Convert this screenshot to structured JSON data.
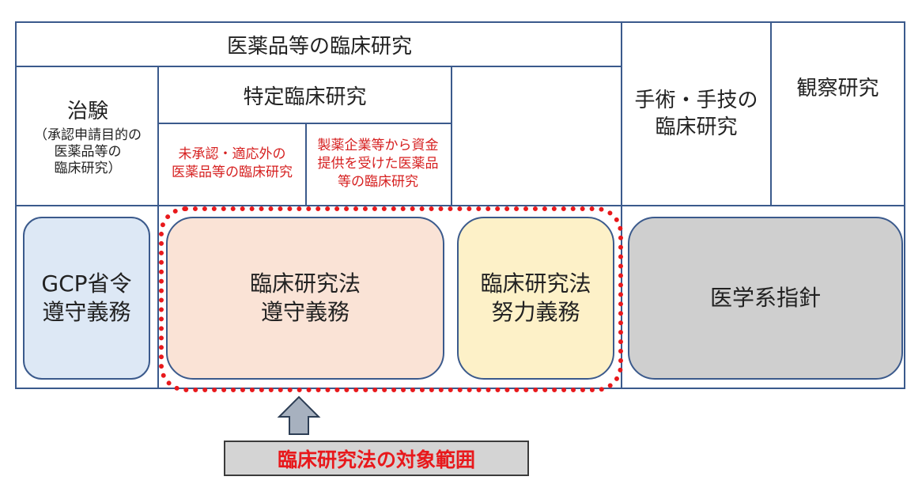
{
  "header": {
    "pharma_clinical_research": "医薬品等の臨床研究",
    "surgery_clinical_research": "手術・手技の\n臨床研究",
    "observational_research": "観察研究"
  },
  "columns": {
    "clinical_trial_title": "治験",
    "clinical_trial_note": "（承認申請目的の\n医薬品等の\n臨床研究）",
    "specified_clinical_research": "特定臨床研究",
    "unapproved_offlabel": "未承認・適応外の\n医薬品等の臨床研究",
    "industry_funded": "製薬企業等から資金\n提供を受けた医薬品\n等の臨床研究"
  },
  "obligations": {
    "gcp": "GCP省令\n遵守義務",
    "act_compliance": "臨床研究法\n遵守義務",
    "act_effort": "臨床研究法\n努力義務",
    "medical_guidelines": "医学系指針"
  },
  "callout": {
    "scope_label": "臨床研究法の対象範囲"
  },
  "colors": {
    "border": "#3b5a8c",
    "gcp_fill": "#dde8f5",
    "compliance_fill": "#fae3d6",
    "effort_fill": "#fdf1c8",
    "guidelines_fill": "#cfcfcf",
    "highlight_red": "#e8191c",
    "note_red": "#d62020",
    "label_fill": "#d4d4d4"
  }
}
